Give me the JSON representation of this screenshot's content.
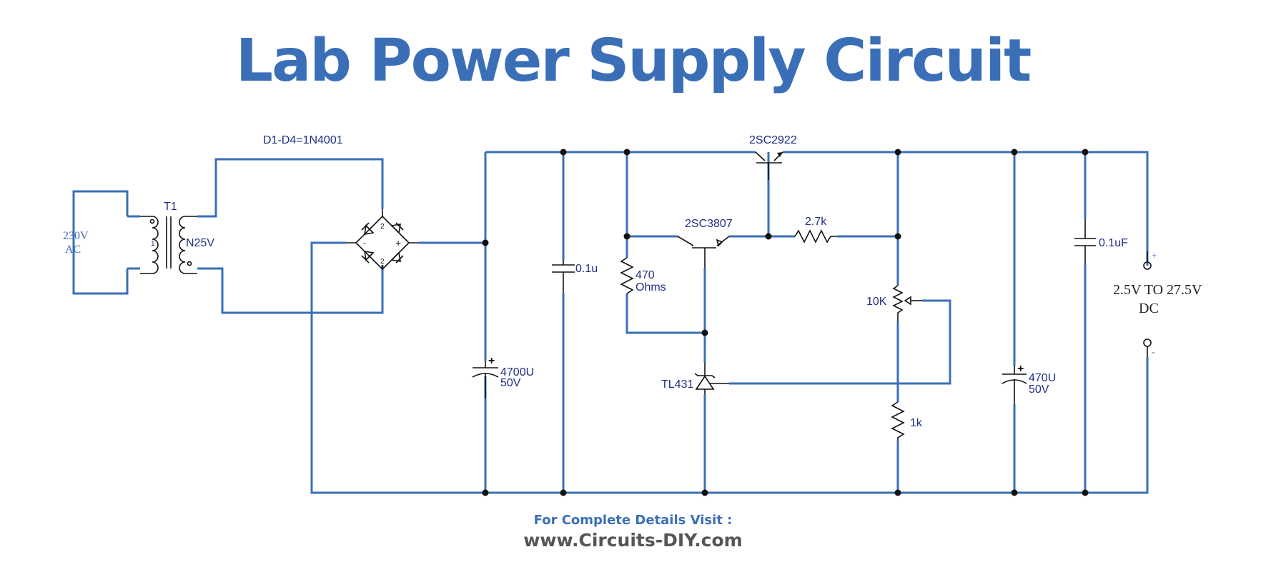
{
  "title": "Lab Power Supply Circuit",
  "footer": {
    "visit": "For Complete Details Visit :",
    "url": "www.Circuits-DIY.com"
  },
  "colors": {
    "wire": "#3a6fb7",
    "title": "#3a6fb7",
    "label": "#1f2f86",
    "component": "#111111"
  },
  "labels": {
    "input_voltage": "230V",
    "input_type": "AC",
    "transformer": "T1",
    "transformer_primary_pin": "1",
    "transformer_secondary": "N25V",
    "diodes": "D1-D4=1N4001",
    "bridge_pin_2a": "2",
    "bridge_pin_2b": "2",
    "bridge_plus": "+",
    "bridge_minus": "-",
    "cap_4700_value": "4700U",
    "cap_4700_voltage": "50V",
    "cap_4700_plus": "+",
    "cap_01u": "0.1u",
    "res_470_value": "470",
    "res_470_unit": "Ohms",
    "q_driver": "2SC3807",
    "q_pass": "2SC2922",
    "res_2k7": "2.7k",
    "pot_10k": "10K",
    "tl431": "TL431",
    "res_1k": "1k",
    "cap_470_value": "470U",
    "cap_470_voltage": "50V",
    "cap_470_plus": "+",
    "cap_01uf": "0.1uF",
    "out_plus": "+",
    "out_minus": "-",
    "output_range": "2.5V TO 27.5V",
    "output_type": "DC"
  }
}
